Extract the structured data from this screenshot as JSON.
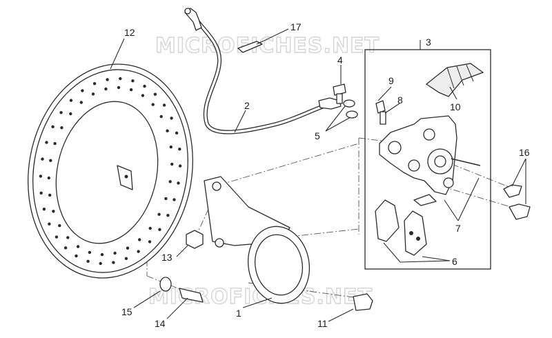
{
  "watermark": "MICROFICHES.NET",
  "colors": {
    "line": "#2b2b2b",
    "watermark": "#d4d4d4",
    "background": "#ffffff"
  },
  "callouts": {
    "c1": "1",
    "c2": "2",
    "c3": "3",
    "c4": "4",
    "c5": "5",
    "c6": "6",
    "c7": "7",
    "c8": "8",
    "c9": "9",
    "c10": "10",
    "c11": "11",
    "c12": "12",
    "c13": "13",
    "c14": "14",
    "c15": "15",
    "c16": "16",
    "c17": "17"
  }
}
